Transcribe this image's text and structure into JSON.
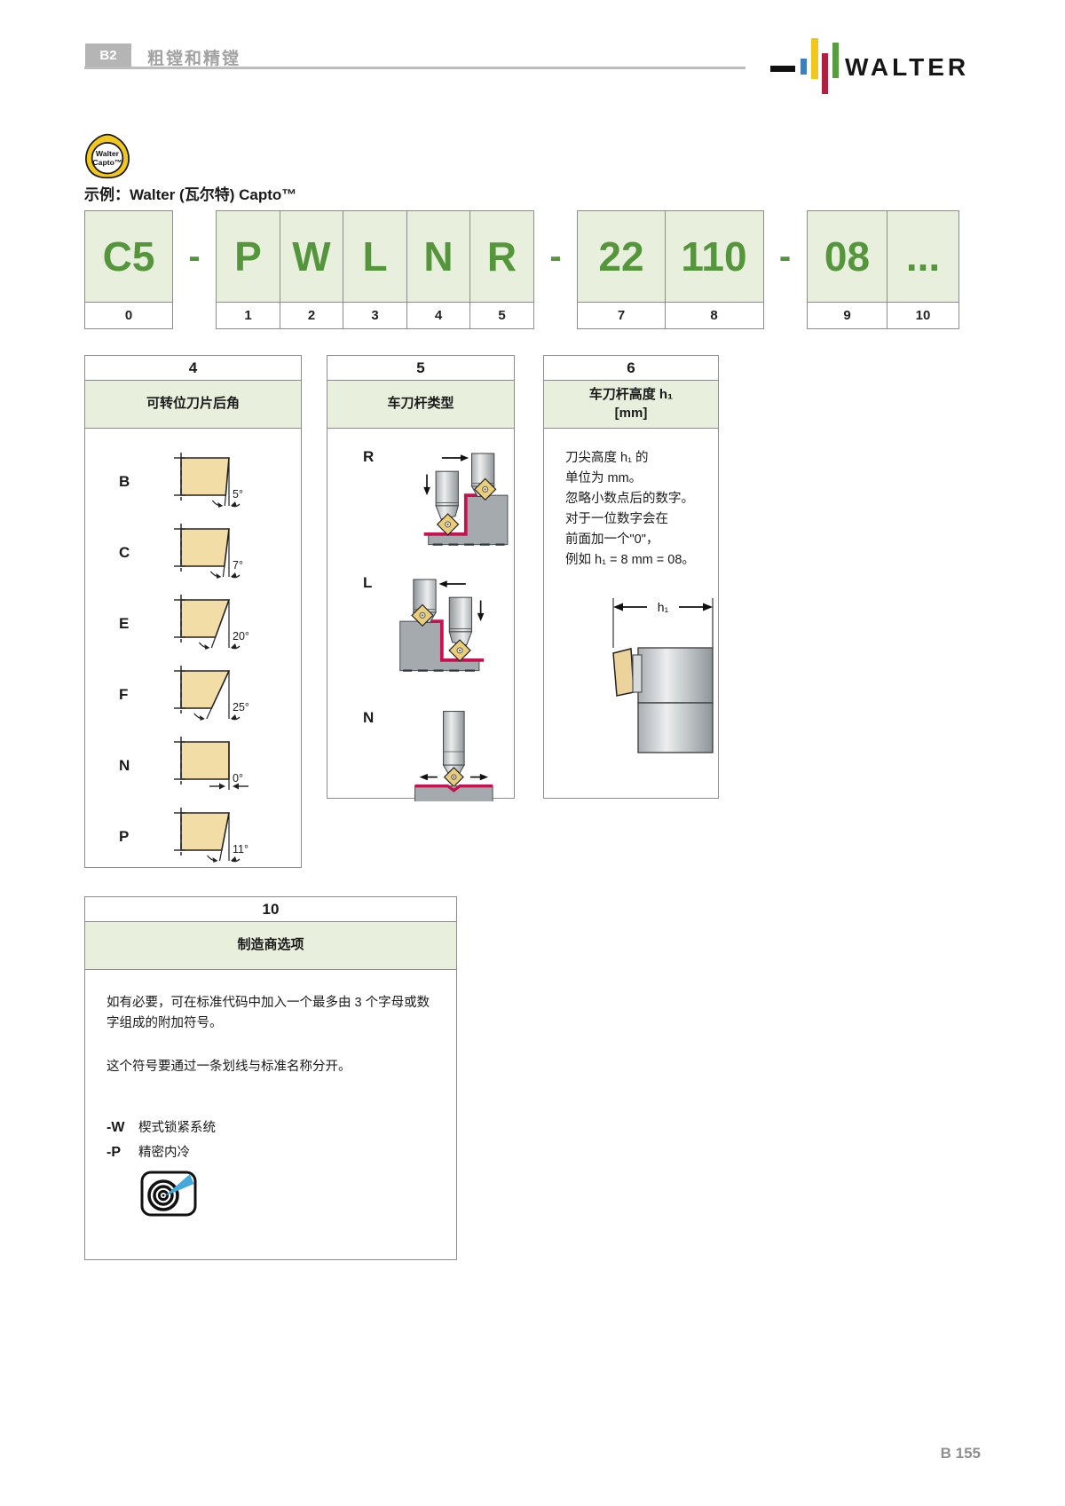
{
  "page": {
    "section_code": "B2",
    "section_title": "粗镗和精镗",
    "brand": "WALTER",
    "page_number": "B 155"
  },
  "example": {
    "badge_line1": "Walter",
    "badge_line2": "Capto™",
    "label": "示例：Walter (瓦尔特) Capto™"
  },
  "code": {
    "separator": "-",
    "groups": [
      {
        "cells": [
          {
            "text": "C5",
            "num": "0"
          }
        ]
      },
      {
        "cells": [
          {
            "text": "P",
            "num": "1"
          },
          {
            "text": "W",
            "num": "2"
          },
          {
            "text": "L",
            "num": "3"
          },
          {
            "text": "N",
            "num": "4"
          },
          {
            "text": "R",
            "num": "5"
          }
        ]
      },
      {
        "cells": [
          {
            "text": "22",
            "num": "7"
          },
          {
            "text": "110",
            "num": "8"
          }
        ]
      },
      {
        "cells": [
          {
            "text": "08",
            "num": "9"
          },
          {
            "text": "...",
            "num": "10"
          }
        ]
      }
    ]
  },
  "panel4": {
    "number": "4",
    "title": "可转位刀片后角",
    "rows": [
      {
        "letter": "B",
        "angle": "5°",
        "angle_deg": 5
      },
      {
        "letter": "C",
        "angle": "7°",
        "angle_deg": 7
      },
      {
        "letter": "E",
        "angle": "20°",
        "angle_deg": 20
      },
      {
        "letter": "F",
        "angle": "25°",
        "angle_deg": 25
      },
      {
        "letter": "N",
        "angle": "0°",
        "angle_deg": 0
      },
      {
        "letter": "P",
        "angle": "11°",
        "angle_deg": 11
      }
    ]
  },
  "panel5": {
    "number": "5",
    "title": "车刀杆类型",
    "rows": [
      {
        "letter": "R"
      },
      {
        "letter": "L"
      },
      {
        "letter": "N"
      }
    ]
  },
  "panel6": {
    "number": "6",
    "title_line1": "车刀杆高度 h₁",
    "title_line2": "[mm]",
    "body_lines": [
      "刀尖高度 h₁ 的",
      "单位为 mm。",
      "忽略小数点后的数字。",
      "对于一位数字会在",
      "前面加一个\"0\"，",
      "例如 h₁ = 8 mm = 08。"
    ],
    "dim_label": "h₁"
  },
  "panel10": {
    "number": "10",
    "title": "制造商选项",
    "para1": "如有必要，可在标准代码中加入一个最多由 3 个字母或数字组成的附加符号。",
    "para2": "这个符号要通过一条划线与标准名称分开。",
    "options": [
      {
        "code": "-W",
        "label": "楔式锁紧系统"
      },
      {
        "code": "-P",
        "label": "精密内冷"
      }
    ]
  },
  "colors": {
    "code_green_text": "#55953c",
    "code_green_fill": "#e9efdd",
    "panel_green_fill": "#e8efdc",
    "insert_tan": "#f2dda6",
    "cut_path_crimson": "#c4134f",
    "coolant_blue": "#44aadd",
    "logo_blue": "#3f7fbe",
    "logo_yellow": "#f2c71d",
    "logo_crimson": "#b11f3f",
    "logo_green": "#579e41"
  }
}
